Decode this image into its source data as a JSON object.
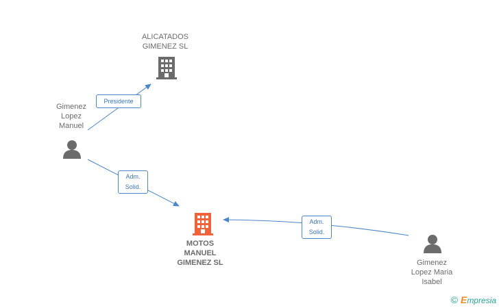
{
  "nodes": {
    "alicatados": {
      "label": "ALICATADOS\nGIMENEZ SL",
      "color": "#6b6b6b"
    },
    "motos": {
      "label": "MOTOS\nMANUEL\nGIMENEZ SL",
      "color": "#f0633a"
    },
    "manuel": {
      "label": "Gimenez\nLopez\nManuel",
      "color": "#6b6b6b"
    },
    "isabel": {
      "label": "Gimenez\nLopez Maria\nIsabel",
      "color": "#6b6b6b"
    }
  },
  "edges": {
    "presidente": {
      "label": "Presidente"
    },
    "adm_manuel": {
      "label": "Adm.\nSolid."
    },
    "adm_isabel": {
      "label": "Adm.\nSolid."
    }
  },
  "colors": {
    "edge": "#4a86c8",
    "company_secondary": "#6b6b6b",
    "company_primary": "#f0633a",
    "person": "#6b6b6b"
  },
  "footer": {
    "copyright": "©",
    "brand_first": "E",
    "brand_rest": "mpresia"
  }
}
